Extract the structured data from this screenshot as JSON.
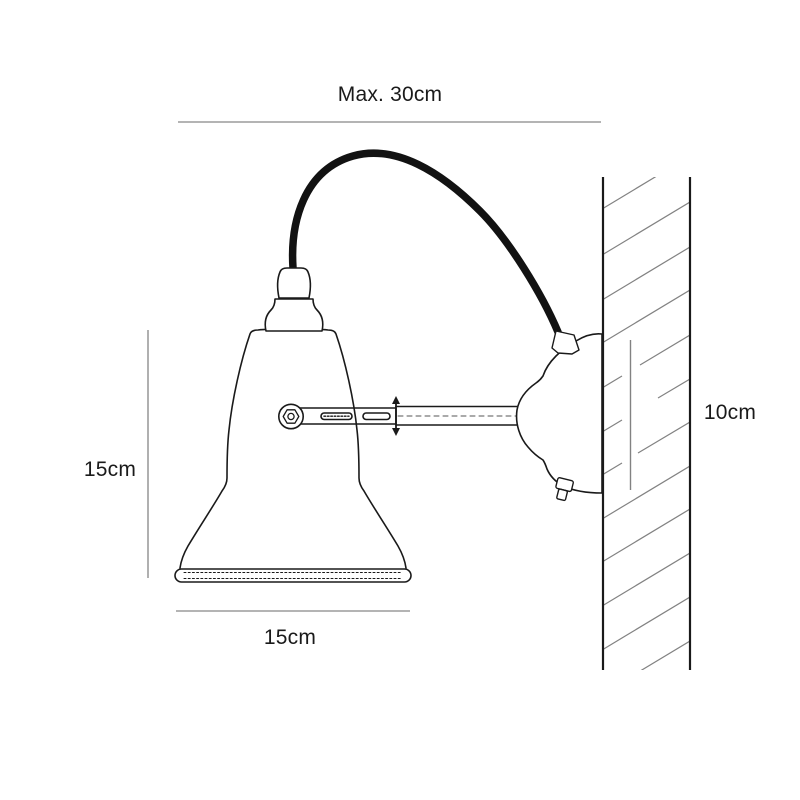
{
  "labels": {
    "max_reach": "Max. 30cm",
    "shade_height": "15cm",
    "shade_diameter": "15cm",
    "wall_plate_height": "10cm"
  },
  "colors": {
    "background": "#ffffff",
    "ink": "#1a1a1a",
    "dimension_line": "#9c9c9c",
    "hatch": "#828282",
    "cable": "#121212",
    "fill_white": "#ffffff"
  }
}
